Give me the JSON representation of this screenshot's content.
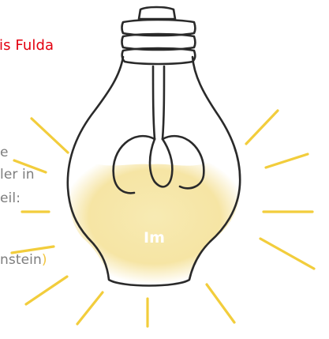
{
  "headline": "is Fulda",
  "body_lines": [
    "e",
    "ler in",
    "eil:",
    "nstein"
  ],
  "body_closing_paren": ")",
  "bulb_label": "Im",
  "colors": {
    "headline": "#e3000f",
    "body_text": "#7d7d7d",
    "rays": "#f2cd3c",
    "glow": "#f4e39a",
    "outline": "#2a2a2a",
    "label": "#ffffff"
  },
  "icons": [
    "light-bulb-icon"
  ]
}
